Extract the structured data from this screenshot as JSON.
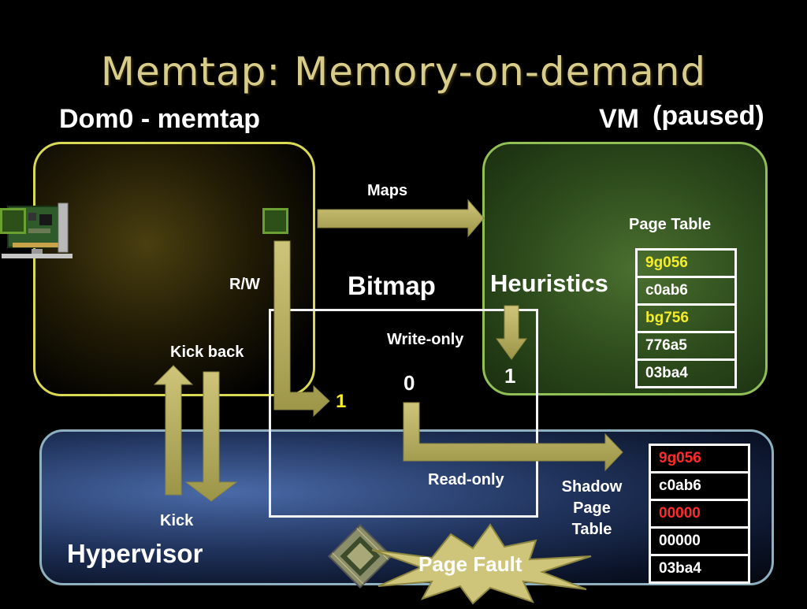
{
  "slide": {
    "title": "Memtap: Memory-on-demand",
    "dom0_label": "Dom0 - memtap",
    "vm_label": "VM",
    "vm_state": "(paused)",
    "hypervisor_label": "Hypervisor",
    "colors": {
      "title": "#d8cc8a",
      "arrow": "#b9b25d",
      "dom0_border": "#d9d955",
      "vm_border": "#8fbf55",
      "hyp_border": "#8fb0c0",
      "highlight_yellow": "#f5ec2a",
      "highlight_red": "#ff2a2a"
    }
  },
  "labels": {
    "maps": "Maps",
    "rw": "R/W",
    "bitmap": "Bitmap",
    "heuristics": "Heuristics",
    "write_only": "Write-only",
    "read_only": "Read-only",
    "kick_back": "Kick back",
    "kick": "Kick",
    "shadow_page_table_1": "Shadow",
    "shadow_page_table_2": "Page",
    "shadow_page_table_3": "Table",
    "page_table": "Page Table",
    "page_fault": "Page Fault",
    "bit_left": "1",
    "bit_mid": "0",
    "bit_right": "1"
  },
  "page_table": {
    "rows": [
      {
        "value": "9g056",
        "highlight": "yellow"
      },
      {
        "value": "c0ab6",
        "highlight": "none"
      },
      {
        "value": "bg756",
        "highlight": "yellow"
      },
      {
        "value": "776a5",
        "highlight": "none"
      },
      {
        "value": "03ba4",
        "highlight": "none"
      }
    ]
  },
  "shadow_page_table": {
    "rows": [
      {
        "value": "9g056",
        "highlight": "red"
      },
      {
        "value": "c0ab6",
        "highlight": "none"
      },
      {
        "value": "00000",
        "highlight": "red"
      },
      {
        "value": "00000",
        "highlight": "none"
      },
      {
        "value": "03ba4",
        "highlight": "none"
      }
    ]
  },
  "icons": {
    "nic": "network-card-icon",
    "cpu": "cpu-chip-icon",
    "fault": "starburst-icon"
  }
}
